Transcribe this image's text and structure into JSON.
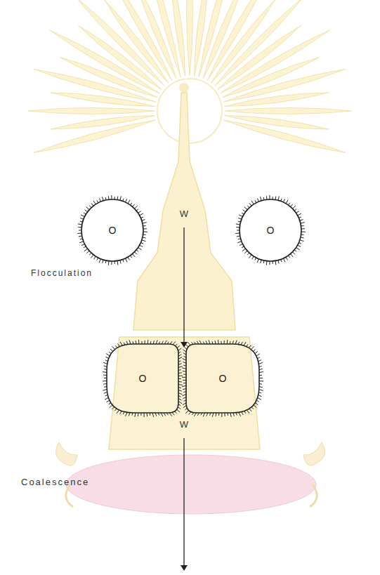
{
  "diagram": {
    "nodes": [
      {
        "text": [
          "O"
        ]
      },
      {
        "text": [
          "O"
        ]
      },
      {
        "text": [
          "O"
        ]
      },
      {
        "text": [
          "O"
        ]
      }
    ],
    "labels": [
      "W",
      "Flocculation",
      "W",
      "Coalescence"
    ]
  }
}
